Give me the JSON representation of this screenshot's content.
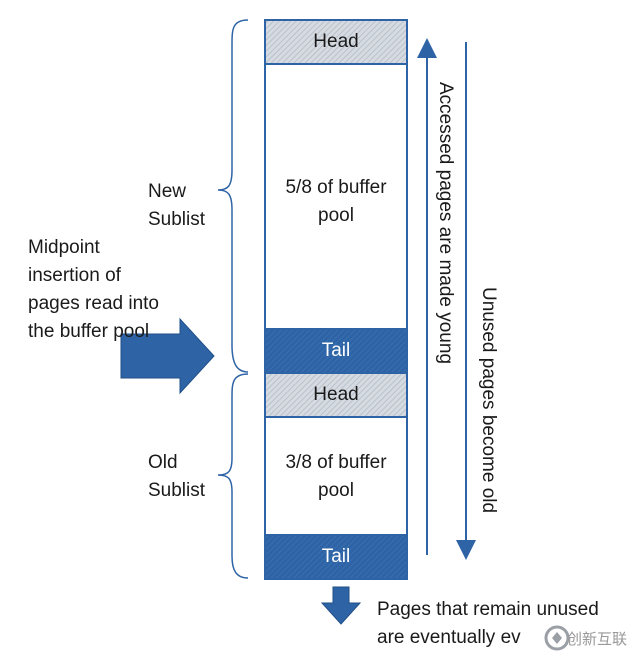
{
  "colors": {
    "accent": "#2e64a6",
    "border": "#2e64a6",
    "head_fill": "#c9ced6",
    "tail_fill": "#2e64a6",
    "watermark": "#9aa0a6"
  },
  "buffer": {
    "new_head": "Head",
    "new_body": "5/8 of buffer\npool",
    "new_tail": "Tail",
    "old_head": "Head",
    "old_body": "3/8 of buffer\npool",
    "old_tail": "Tail"
  },
  "labels": {
    "new_sublist": "New\nSublist",
    "old_sublist": "Old\nSublist",
    "midpoint": "Midpoint\ninsertion of\npages read into\nthe buffer pool",
    "accessed": "Accessed pages are made young",
    "unused": "Unused pages become old",
    "evicted_line1": "Pages that remain unused",
    "evicted_line2": "are eventually ev"
  },
  "watermark": {
    "text": "创新互联",
    "icon": "brand-logo-icon"
  }
}
